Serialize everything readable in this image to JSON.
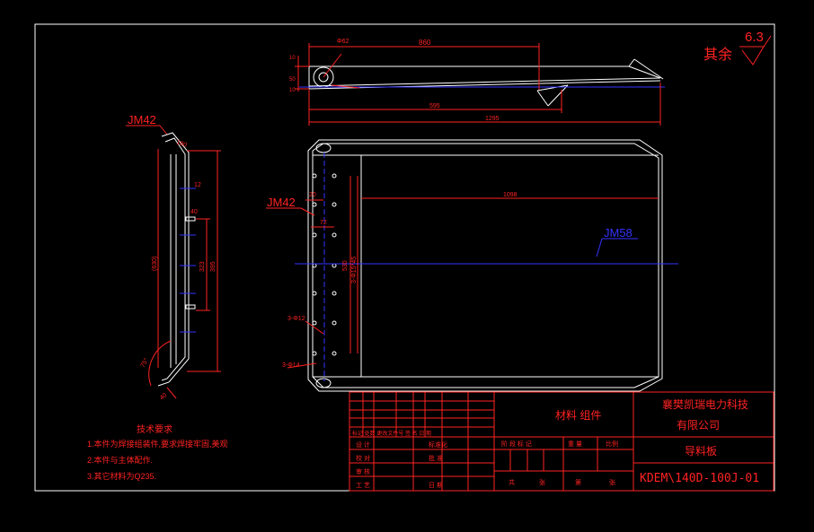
{
  "title_block": {
    "company_line1": "襄樊凯瑞电力科技",
    "company_line2": "有限公司",
    "part_name": "导料板",
    "drawing_no": "KDEM\\140D-100J-01",
    "material": "材料 组件",
    "row_labels": [
      "设  计",
      "校  对",
      "审  核",
      "工  艺"
    ],
    "header_row": "标记 处数 更改文件号 签 名 日 期",
    "approve_labels": [
      "标准化",
      "批  准",
      "日  期"
    ],
    "stage_labels": [
      "阶 段 标 记",
      "重 量",
      "比例"
    ],
    "sheet_labels": [
      "共",
      "张",
      "第",
      "张"
    ]
  },
  "roughness": {
    "label": "其余",
    "value": "6.3"
  },
  "tech_requirements": {
    "heading": "技术要求",
    "items": [
      "1.本件为焊接组装件,要求焊接牢固,美观",
      "2.本件与主体配作.",
      "3.其它材料为Q235."
    ]
  },
  "labels": {
    "jm42_side": "JM42",
    "jm42_front": "JM42",
    "jm58": "JM58"
  },
  "dimensions": {
    "top_view": [
      "Φ62",
      "860",
      "10",
      "50",
      "10",
      "595",
      "1295"
    ],
    "side_view": [
      "180",
      "12",
      "40",
      "323",
      "395",
      "(630)",
      "75°",
      "40"
    ],
    "front_view": [
      "1098",
      "20",
      "72",
      "530",
      "3-Φ15*45",
      "3-Φ12",
      "3-Φ14"
    ]
  }
}
